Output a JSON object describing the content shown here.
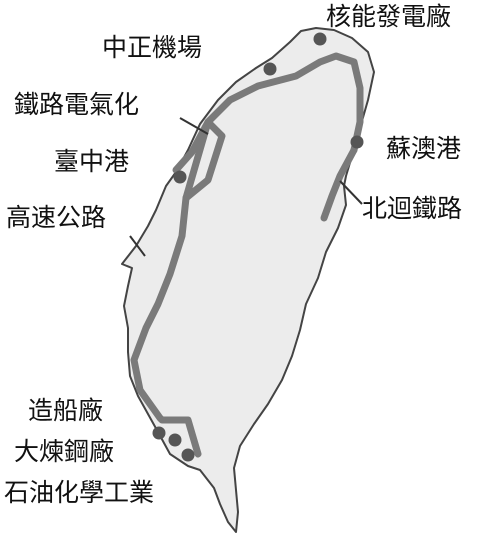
{
  "colors": {
    "island_fill": "#ececec",
    "coastline": "#444444",
    "route": "#7a7a7a",
    "leader_line": "#333333",
    "site_marker": "#555555",
    "text": "#111111"
  },
  "labels": {
    "nuclear_plant": "核能發電廠",
    "chiang_kai_shek_airport": "中正機場",
    "railway_electrification": "鐵路電氣化",
    "taichung_harbor": "臺中港",
    "freeway": "高速公路",
    "suao_harbor": "蘇澳港",
    "north_link_railway": "北迴鐵路",
    "shipyard": "造船廠",
    "steel_mill": "大煉鋼廠",
    "petrochemical_industry": "石油化學工業"
  },
  "routes": {
    "western_corridor": "railway-electrification-and-freeway",
    "eastern_line": "north-link-railway"
  },
  "sites": [
    "nuclear-plant-site",
    "airport-site",
    "taichung-harbor-site",
    "suao-harbor-site",
    "shipyard-site",
    "steel-mill-site",
    "petrochemical-site"
  ]
}
